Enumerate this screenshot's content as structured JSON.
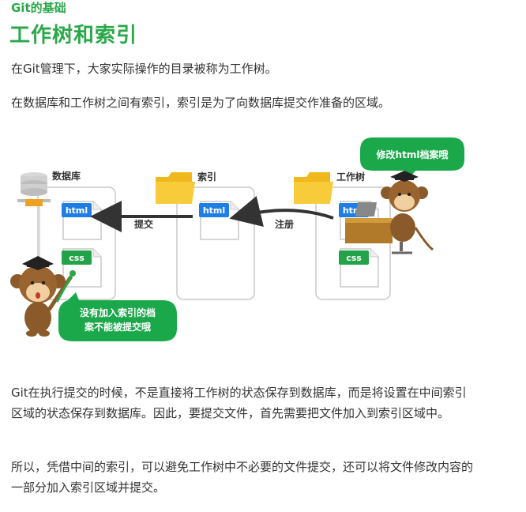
{
  "header": {
    "kicker": "Git的基础",
    "title": "工作树和索引"
  },
  "paragraphs": {
    "p1": "在Git管理下，大家实际操作的目录被称为工作树。",
    "p2": "在数据库和工作树之间有索引，索引是为了向数据库提交作准备的区域。",
    "p3": "Git在执行提交的时候，不是直接将工作树的状态保存到数据库，而是将设置在中间索引区域的状态保存到数据库。因此，要提交文件，首先需要把文件加入到索引区域中。",
    "p4": "所以，凭借中间的索引，可以避免工作树中不必要的文件提交，还可以将文件修改内容的一部分加入索引区域并提交。"
  },
  "diagram": {
    "database_label": "数据库",
    "index_label": "索引",
    "worktree_label": "工作树",
    "commit_label": "提交",
    "register_label": "注册",
    "html_tag": "html",
    "css_tag": "css",
    "bubble_top": "修改html档案哦",
    "bubble_bottom_line1": "没有加入索引的档",
    "bubble_bottom_line2": "案不能被提交哦",
    "colors": {
      "accent_green": "#2aa84a",
      "bubble_green": "#1aa84a",
      "html_blue": "#1e7ee6",
      "css_green": "#22a34a",
      "folder_yellow": "#f6c22a"
    }
  }
}
